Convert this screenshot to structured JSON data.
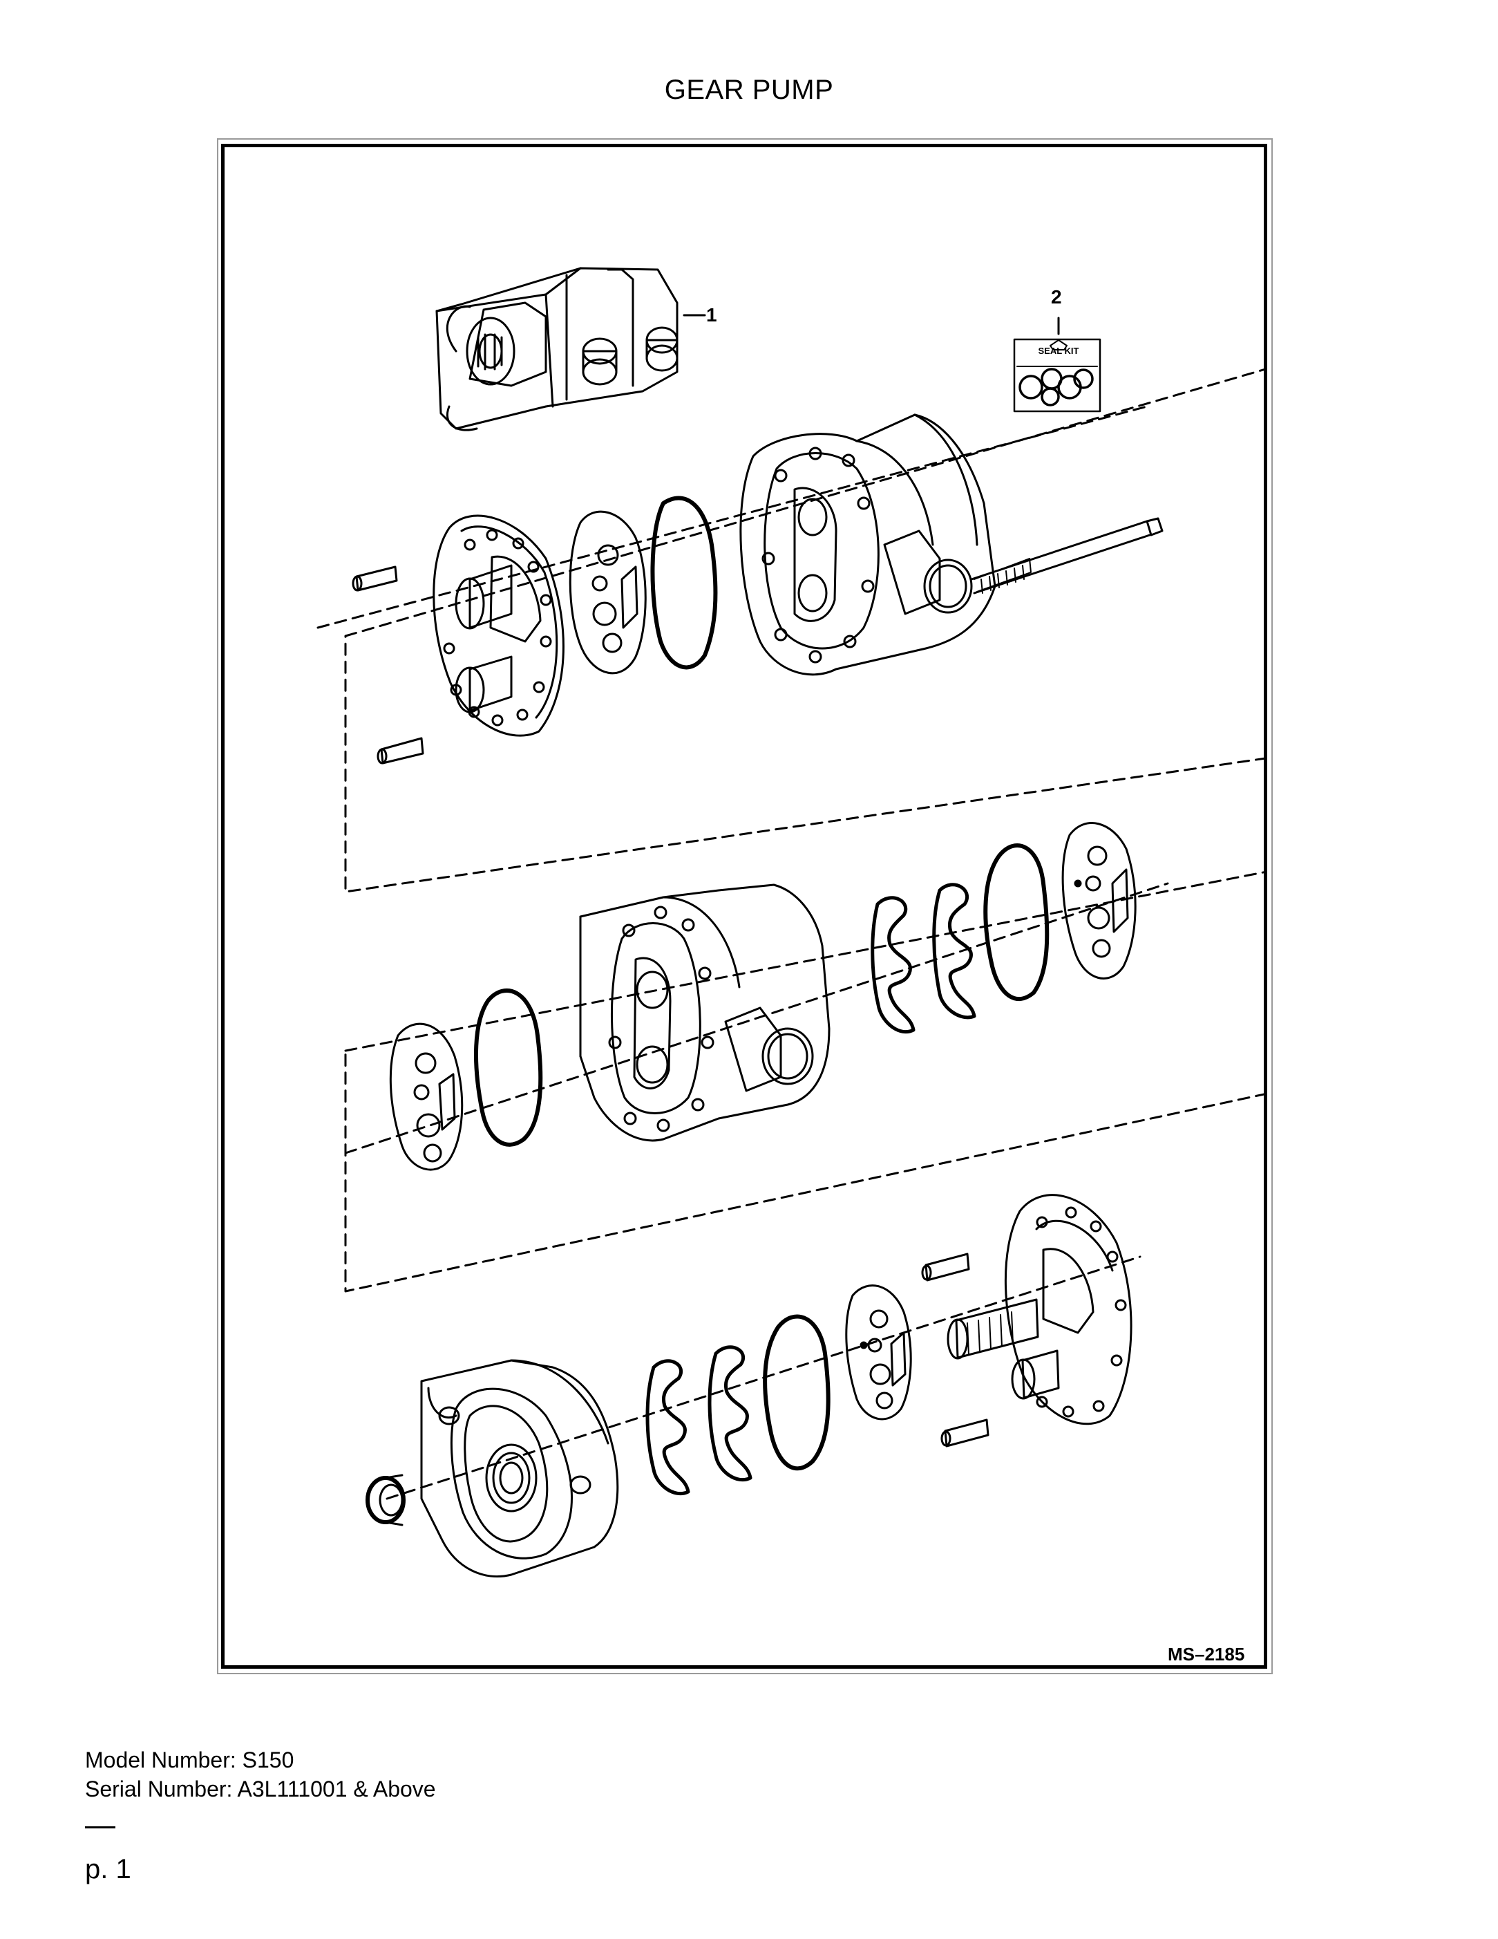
{
  "page": {
    "title": "GEAR PUMP",
    "figure_id": "MS–2185",
    "model_number": "Model Number: S150",
    "serial_number": "Serial Number: A3L111001 & Above",
    "page_number": "p. 1"
  },
  "callouts": [
    {
      "number": "1",
      "part": "gear-pump-assembly"
    },
    {
      "number": "2",
      "part": "seal-kit"
    }
  ],
  "seal_kit_label": "SEAL KIT"
}
